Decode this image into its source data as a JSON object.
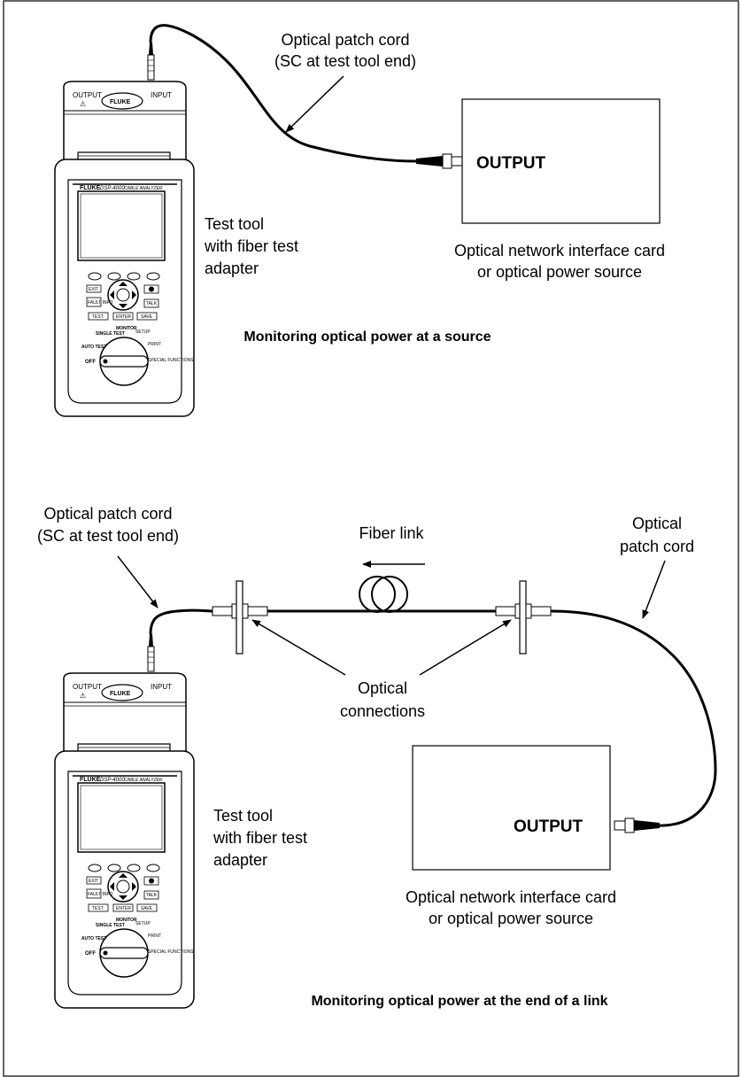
{
  "top": {
    "patch_cord_line1": "Optical patch cord",
    "patch_cord_line2": "(SC at test tool end)",
    "tool_line1": "Test tool",
    "tool_line2": "with fiber test",
    "tool_line3": "adapter",
    "output_label": "OUTPUT",
    "card_line1": "Optical network interface card",
    "card_line2": "or optical power source",
    "caption": "Monitoring optical power at a source"
  },
  "bottom": {
    "patch_cord_line1": "Optical patch cord",
    "patch_cord_line2": "(SC at test tool end)",
    "fiber_link": "Fiber link",
    "patch_cord_right_line1": "Optical",
    "patch_cord_right_line2": "patch cord",
    "connections_line1": "Optical",
    "connections_line2": "connections",
    "tool_line1": "Test tool",
    "tool_line2": "with fiber test",
    "tool_line3": "adapter",
    "output_label": "OUTPUT",
    "card_line1": "Optical network interface card",
    "card_line2": "or optical power source",
    "caption": "Monitoring optical power at the end of a link"
  },
  "device": {
    "port_output": "OUTPUT",
    "port_input": "INPUT",
    "warning_symbol": "⚠",
    "brand": "FLUKE",
    "model": "DSP-4000",
    "model_sub": "CABLE ANALYZER",
    "key_exit": "EXIT",
    "key_fault": "FAULT INFO",
    "key_talk": "TALK",
    "key_test": "TEST",
    "key_enter": "ENTER",
    "key_save": "SAVE",
    "dial_monitor": "MONITOR",
    "dial_single": "SINGLE TEST",
    "dial_setup": "SETUP",
    "dial_auto": "AUTO TEST",
    "dial_print": "PRINT",
    "dial_off": "OFF",
    "dial_special": "SPECIAL FUNCTIONS"
  }
}
